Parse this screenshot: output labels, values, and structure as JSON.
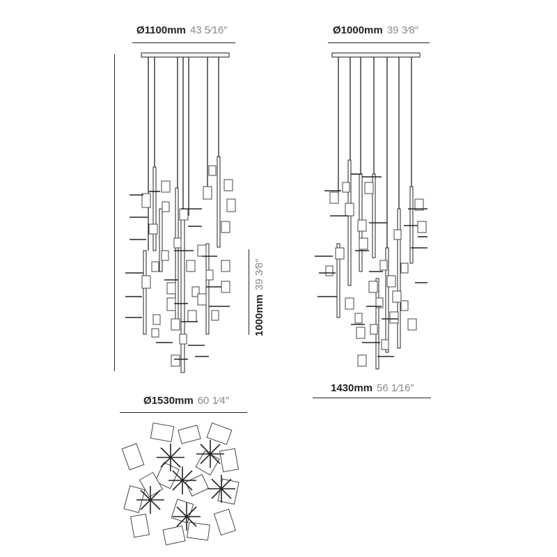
{
  "dimensions": {
    "fixture_a_diameter": {
      "mm": "Ø1100mm",
      "inch": "43 5⁄16″"
    },
    "fixture_b_diameter": {
      "mm": "Ø1000mm",
      "inch": "39 3⁄8″"
    },
    "drop_height": {
      "mm": "1000mm",
      "inch": "39 3⁄8″"
    },
    "fixture_b_height": {
      "mm": "1430mm",
      "inch": "56 1⁄16″"
    },
    "top_view_diameter": {
      "mm": "Ø1530mm",
      "inch": "60 1⁄4″"
    }
  },
  "colors": {
    "line": "#222222",
    "imperial": "#8a8a8a",
    "panel": "#cccccc"
  }
}
